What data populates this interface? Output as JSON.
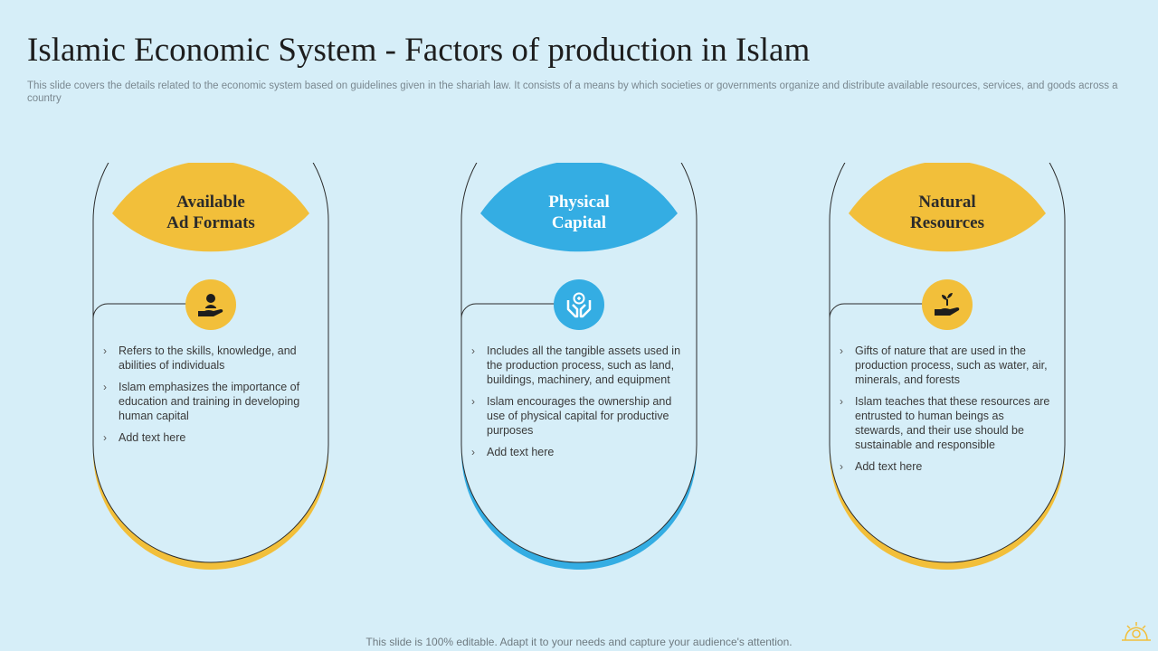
{
  "page": {
    "title": "Islamic Economic System - Factors of production in Islam",
    "subtitle": "This slide covers the details related to the economic system based on guidelines given in the shariah law. It consists of a means by which societies or governments organize and distribute available resources, services, and goods across a country",
    "footer": "This slide is 100% editable. Adapt it to your needs and capture your audience's attention."
  },
  "colors": {
    "background": "#d6eef8",
    "yellow_accent": "#f2bf3a",
    "blue_accent": "#34ade3"
  },
  "cards": [
    {
      "title_line1": "Available",
      "title_line2": "Ad Formats",
      "icon": "hand-with-person-icon",
      "bullets": [
        "Refers to the skills, knowledge, and abilities of individuals",
        "Islam emphasizes the importance of education and training in developing human capital",
        "Add text here"
      ]
    },
    {
      "title_line1": "Physical",
      "title_line2": "Capital",
      "icon": "hands-holding-coin-icon",
      "bullets": [
        "Includes all the tangible assets used in the production process, such as land, buildings, machinery, and equipment",
        "Islam encourages the ownership and use of physical capital for productive purposes",
        "Add text here"
      ]
    },
    {
      "title_line1": "Natural",
      "title_line2": "Resources",
      "icon": "hand-with-plant-icon",
      "bullets": [
        "Gifts of nature that are used in the production process, such as water, air, minerals, and forests",
        "Islam teaches that these resources are entrusted to human beings as stewards, and their use should be sustainable and responsible",
        "Add text here"
      ]
    }
  ]
}
